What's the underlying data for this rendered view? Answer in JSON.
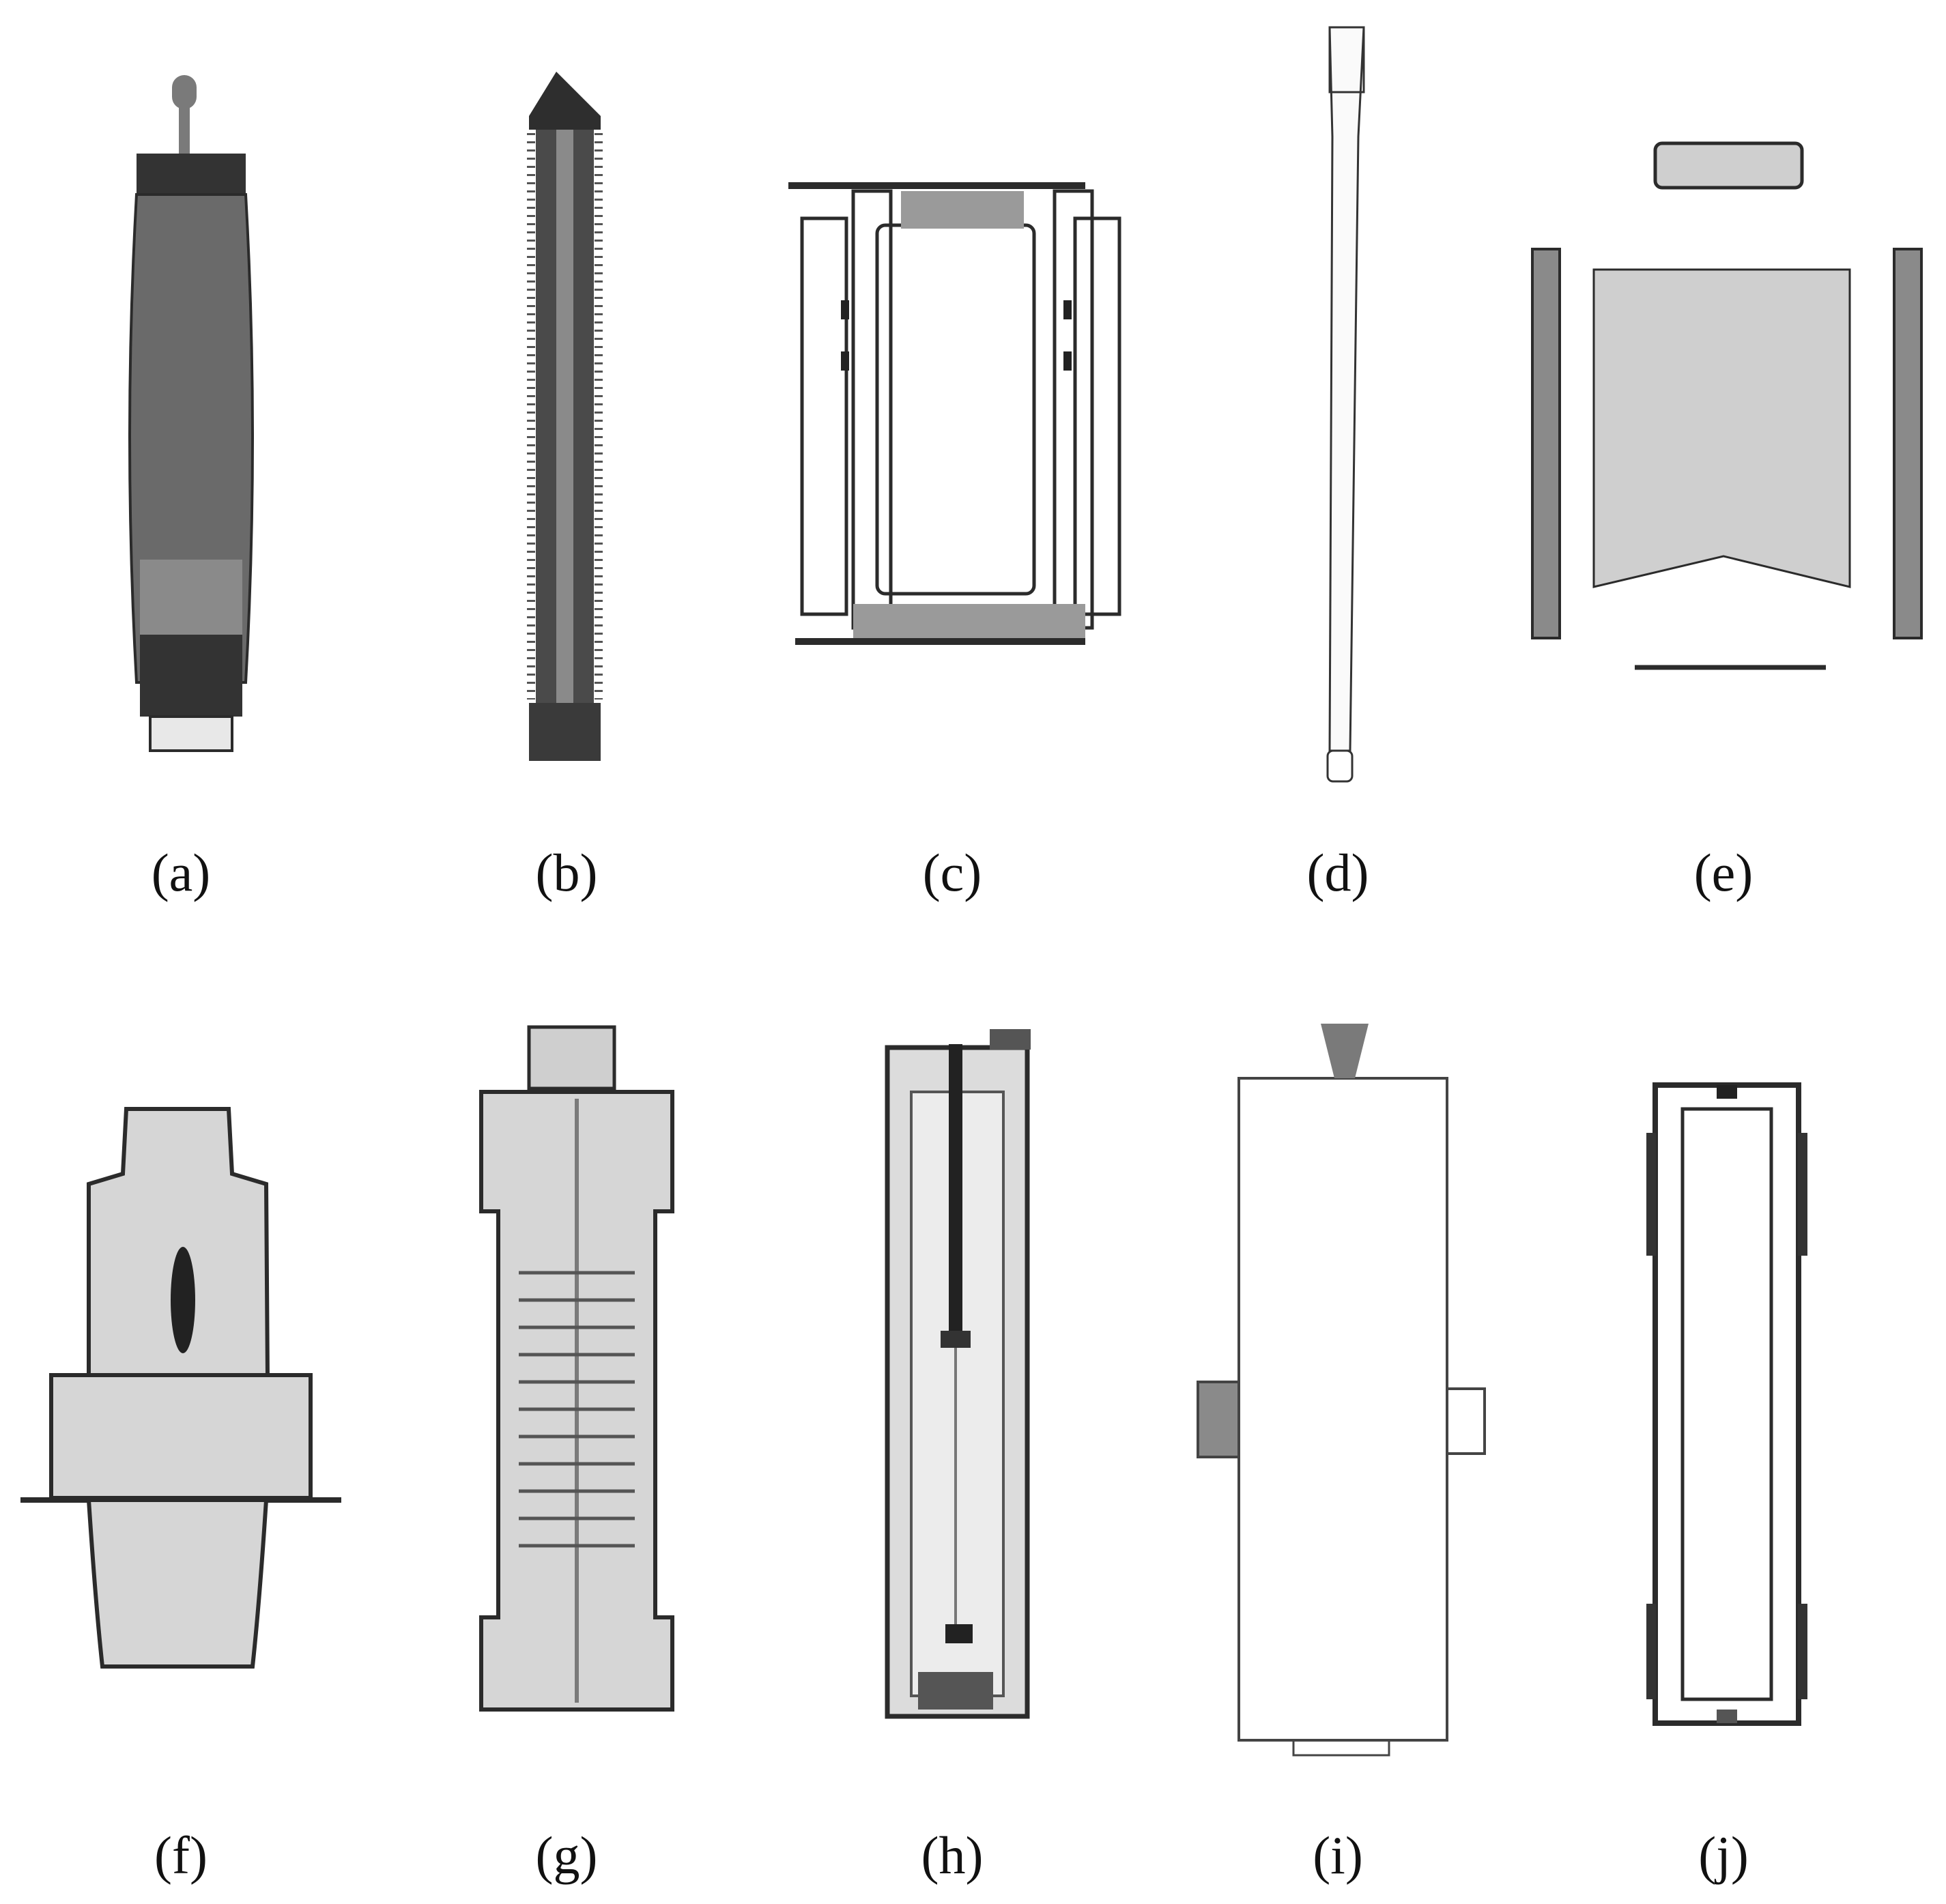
{
  "figure": {
    "panels": [
      {
        "id": "a",
        "label": "(a)"
      },
      {
        "id": "b",
        "label": "(b)"
      },
      {
        "id": "c",
        "label": "(c)"
      },
      {
        "id": "d",
        "label": "(d)"
      },
      {
        "id": "e",
        "label": "(e)"
      },
      {
        "id": "f",
        "label": "(f)"
      },
      {
        "id": "g",
        "label": "(g)"
      },
      {
        "id": "h",
        "label": "(h)"
      },
      {
        "id": "i",
        "label": "(i)"
      },
      {
        "id": "j",
        "label": "(j)"
      }
    ]
  },
  "colors": {
    "background": "#ffffff",
    "outline": "#2b2b2b",
    "light_fill": "#d6d6d6",
    "mid_fill": "#8d8d8d",
    "dark_fill": "#3c3c3c"
  }
}
